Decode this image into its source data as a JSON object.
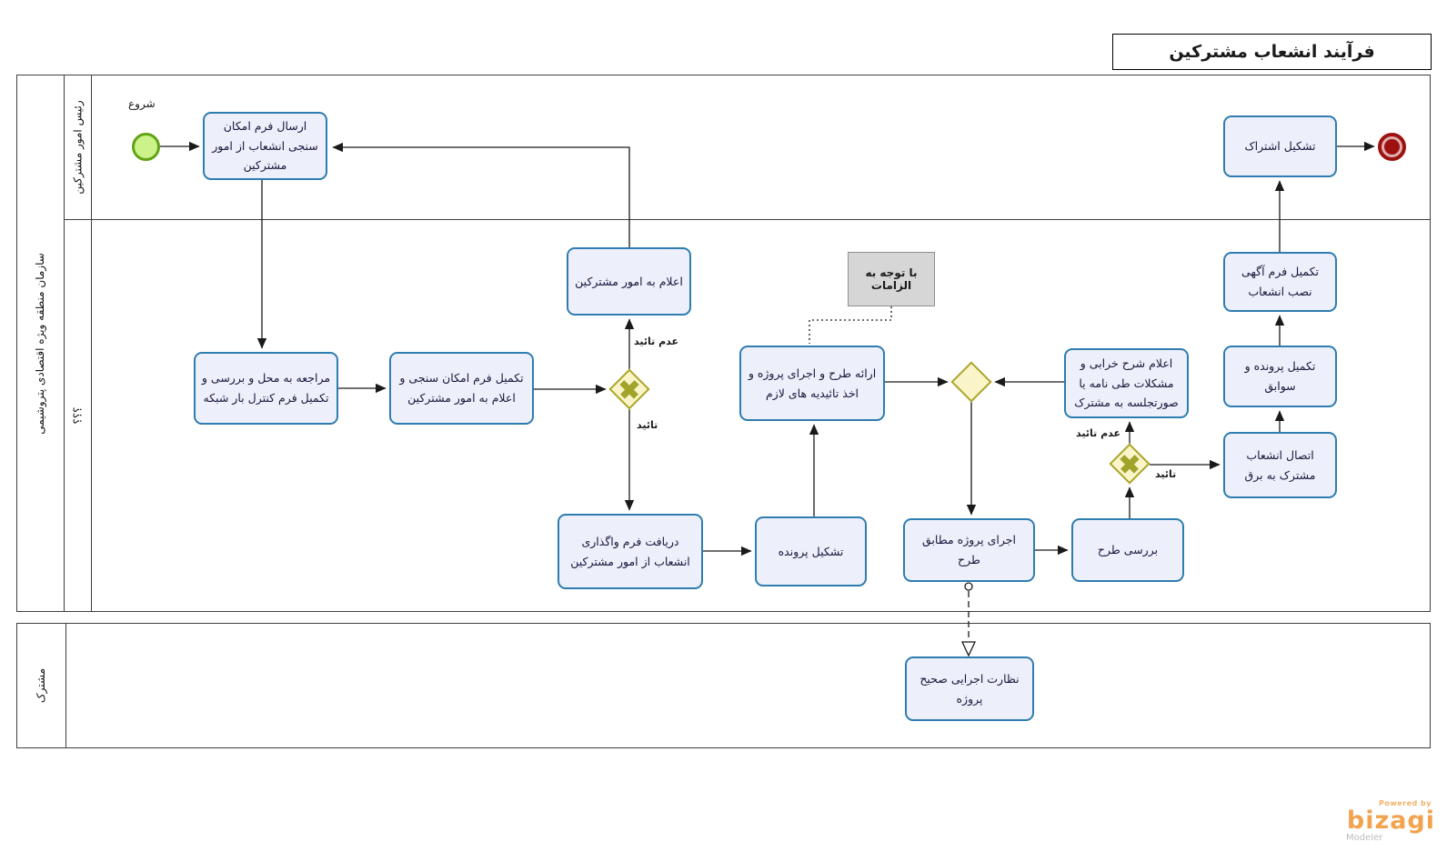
{
  "title": "فرآیند انشعاب مشترکین",
  "pools": {
    "organization": {
      "label": "سازمان منطقه ویژه اقتصادی پتروشیمی",
      "lanes": [
        {
          "label": "رئیس امور مشترکین"
        },
        {
          "label": "؟؟؟"
        }
      ]
    },
    "customer": {
      "label": "مشترک"
    }
  },
  "events": {
    "start_label": "شروع"
  },
  "tasks": {
    "send_feasibility_form": "ارسال فرم امکان سنجی انشعاب از امور مشترکین",
    "site_visit_load_control": "مراجعه به محل و بررسی و تکمیل فرم کنترل بار شبکه",
    "complete_feasibility_inform": "تکمیل فرم امکان سنجی و اعلام به امور مشترکین",
    "inform_subscriber_affairs": "اعلام به امور مشترکین",
    "receive_assignment_form": "دریافت فرم واگذاری انشعاب از امور مشترکین",
    "create_file": "تشکیل پرونده",
    "present_plan_approvals": "ارائه طرح و اجرای پروژه و اخذ تائیدیه های لازم",
    "defect_report": "اعلام شرح خرابی و مشکلات طی نامه یا صورتجلسه به مشترک",
    "execute_project": "اجرای پروژه مطابق طرح",
    "review_plan": "بررسی طرح",
    "connect_power": "اتصال انشعاب مشترک به برق",
    "complete_file_records": "تکمیل پرونده و سوابق",
    "install_notice_form": "تکمیل فرم آگهی نصب انشعاب",
    "create_subscription": "تشکیل اشتراک",
    "supervise_execution": "نظارت اجرایی صحیح پروژه"
  },
  "annotation": "با توجه به الزامات",
  "edge_labels": {
    "not_approved": "عدم تائید",
    "approved": "تائید"
  },
  "logo": {
    "powered_by": "Powered by",
    "brand": "bizagi",
    "subtitle": "Modeler"
  },
  "colors": {
    "task_fill": "#edf0fb",
    "task_border": "#2e7cb0",
    "gateway_fill": "#f9f5c8",
    "gateway_border": "#ada72c",
    "start_fill": "#ccf28a",
    "start_border": "#61a415",
    "end_red": "#9e1111",
    "annotation_fill": "#d6d6d6",
    "logo_orange": "#f2a34f"
  }
}
